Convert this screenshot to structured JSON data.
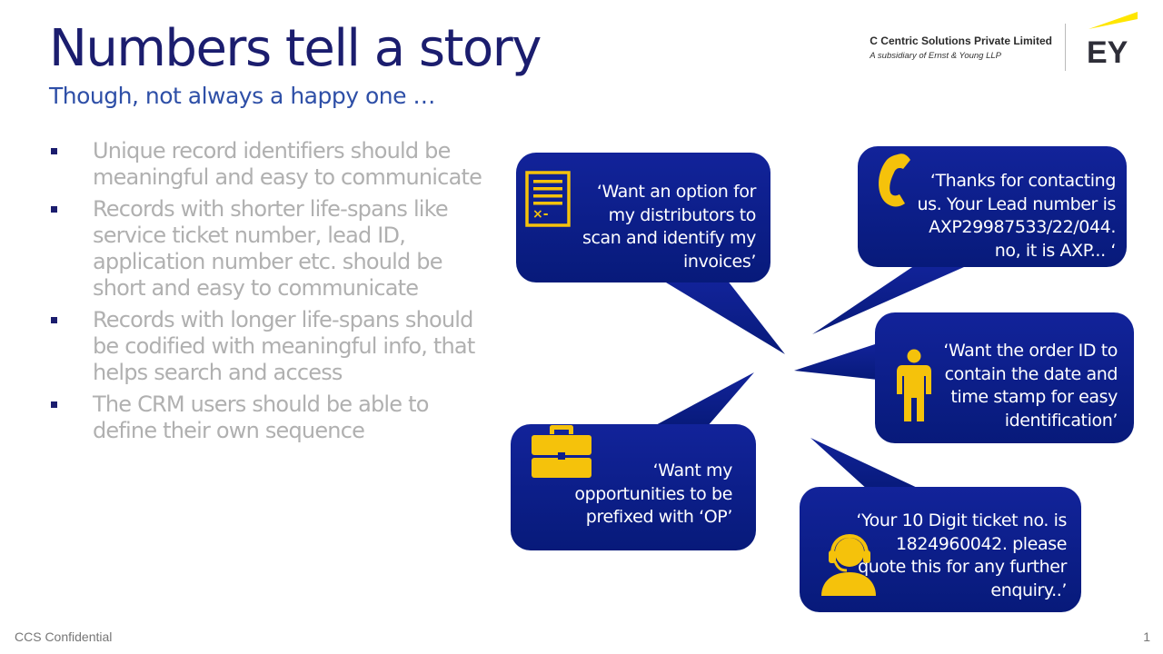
{
  "slide": {
    "title": "Numbers tell a story",
    "subtitle": "Though, not always a happy one …"
  },
  "brand": {
    "company": "C Centric Solutions Private Limited",
    "tagline": "A subsidiary of Ernst & Young LLP",
    "logo_text": "EY",
    "logo_color": "#ffe600"
  },
  "bullets": [
    "Unique record identifiers should be meaningful and easy to communicate",
    "Records with shorter life-spans like service ticket number, lead ID, application number etc. should be short and easy to communicate",
    "Records with longer life-spans should be codified with meaningful info, that helps search and access",
    "The CRM users should be able to define their own sequence"
  ],
  "callouts": [
    {
      "icon": "invoice-icon",
      "lines": [
        "‘Want an option for",
        "my distributors to",
        "scan and identify my",
        "invoices’"
      ]
    },
    {
      "icon": "phone-icon",
      "lines": [
        "‘Thanks for contacting",
        "us. Your Lead number is",
        "AXP29987533/22/044.",
        "no, it is AXP... ‘"
      ]
    },
    {
      "icon": "person-icon",
      "lines": [
        "‘Want the order ID to",
        "contain the date and",
        "time stamp for easy",
        "identification’"
      ]
    },
    {
      "icon": "briefcase-icon",
      "lines": [
        "‘Want my",
        "opportunities to be",
        "prefixed with ‘OP’"
      ]
    },
    {
      "icon": "headset-agent-icon",
      "lines": [
        "‘Your 10 Digit ticket no. is",
        "1824960042. please",
        "quote this for any further",
        "enquiry..’"
      ]
    }
  ],
  "colors": {
    "bubble": "#0d1e8c",
    "icon": "#f5c20b",
    "title": "#1b1d6e"
  },
  "footer": {
    "left": "CCS Confidential",
    "page": "1"
  }
}
